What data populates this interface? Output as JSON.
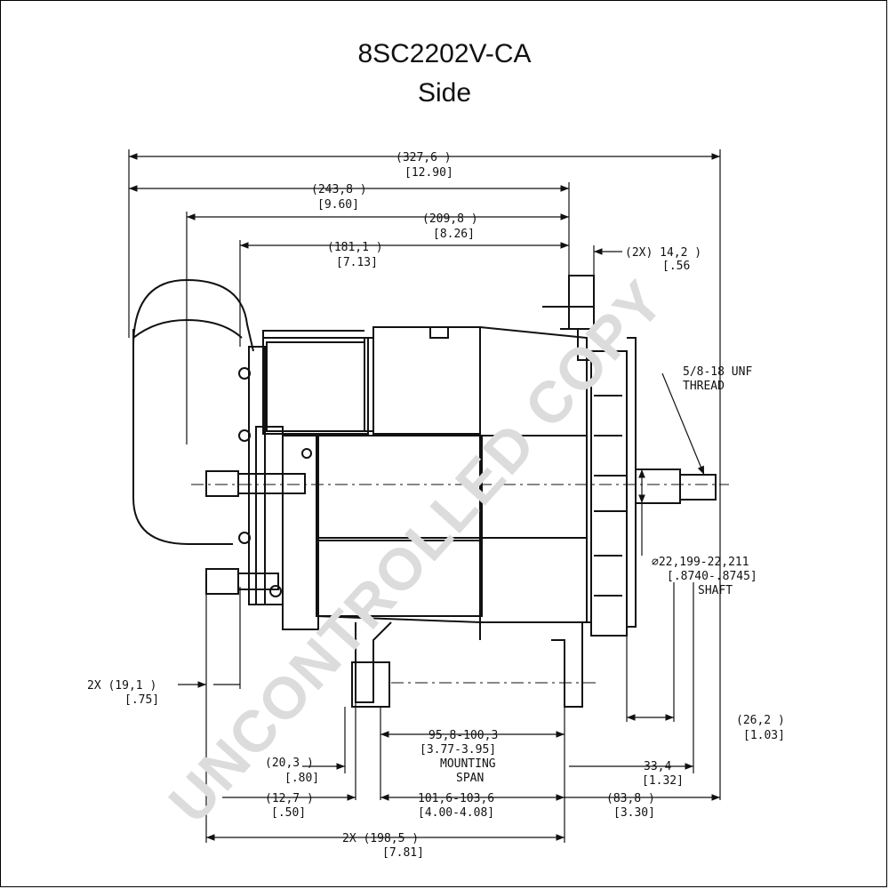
{
  "title": "8SC2202V-CA",
  "subtitle": "Side",
  "watermark": "UNCONTROLLED COPY",
  "dimensions": {
    "overall_mm": "(327,6  )",
    "overall_in": "[12.90]",
    "d2438_mm": "(243,8 )",
    "d2438_in": "[9.60]",
    "d2098_mm": "(209,8 )",
    "d2098_in": "[8.26]",
    "d1811_mm": "(181,1 )",
    "d1811_in": "[7.13]",
    "d142_mm": "(2X) 14,2 )",
    "d142_in": "[.56",
    "thread_1": "5/8-18 UNF",
    "thread_2": "THREAD",
    "shaft_1": "⌀22,199-22,211",
    "shaft_2": "[.8740-.8745]",
    "shaft_3": "SHAFT",
    "d191_mm": "2X (19,1 )",
    "d191_in": "[.75]",
    "span_mm": "95,8-100,3",
    "span_in": "[3.77-3.95]",
    "span_label_1": "MOUNTING",
    "span_label_2": "SPAN",
    "d203_mm": "(20,3 )",
    "d203_in": "[.80]",
    "d127_mm": "(12,7 )",
    "d127_in": "[.50]",
    "d1016_mm": "101,6-103,6",
    "d1016_in": "[4.00-4.08]",
    "d262_mm": "(26,2  )",
    "d262_in": "[1.03]",
    "d334_mm": "33,4",
    "d334_in": "[1.32]",
    "d838_mm": "(83,8  )",
    "d838_in": "[3.30]",
    "d1985_mm": "2X (198,5 )",
    "d1985_in": "[7.81]"
  }
}
